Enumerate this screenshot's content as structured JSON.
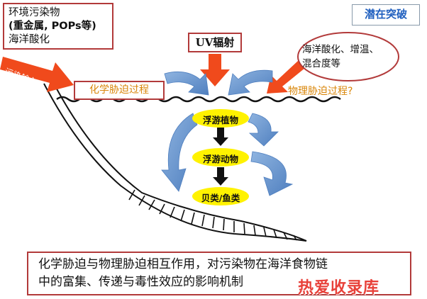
{
  "pollutant_box": {
    "line1": "环境污染物",
    "line2": "(重金属, POPs等)",
    "line3": "海洋酸化"
  },
  "breakthrough_label": "潜在突破",
  "uv_label": "UV辐射",
  "input_arrow_label": "污染输入",
  "chemical_stress_label": "化学胁迫过程",
  "physical_stress_label": "物理胁迫过程?",
  "ellipse": {
    "line1": "海洋酸化、增温、",
    "line2": "混合度等"
  },
  "food_chain": {
    "phytoplankton": "浮游植物",
    "zooplankton": "浮游动物",
    "shellfish_fish": "贝类/鱼类"
  },
  "summary": {
    "line1": "化学胁迫与物理胁迫相互作用，对污染物在海洋食物链",
    "line2": "中的富集、传递与毒性效应的影响机制"
  },
  "watermark": "热爱收录库",
  "colors": {
    "red_arrow": "#f04a1c",
    "blue_arrow": "#6f9bd1",
    "node_fill": "#fff200",
    "box_border": "#b23a3a",
    "orange_text": "#d9860a",
    "title_blue": "#1f5fbf"
  }
}
